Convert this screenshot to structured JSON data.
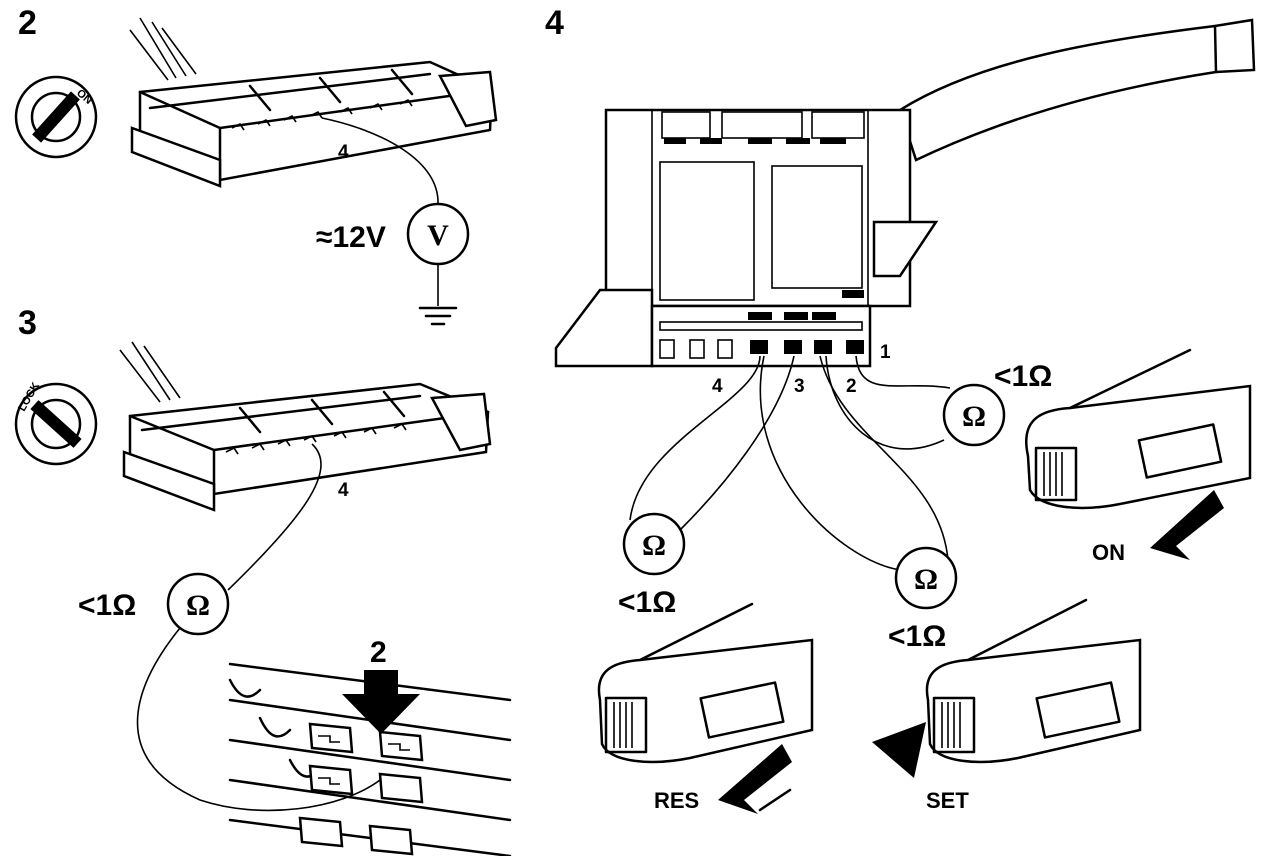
{
  "panels": [
    {
      "id": "2",
      "label": "2",
      "pin_label": "4",
      "key_text": "ON",
      "meter_symbol": "V",
      "reading": "≈12V"
    },
    {
      "id": "3",
      "label": "3",
      "pin_label": "4",
      "key_text": "LOCK",
      "meter_symbol": "Ω",
      "reading": "<1Ω",
      "detail_label": "2"
    },
    {
      "id": "4",
      "label": "4",
      "pins": [
        "1",
        "2",
        "3",
        "4"
      ],
      "meters": [
        {
          "symbol": "Ω",
          "reading": "<1Ω"
        },
        {
          "symbol": "Ω",
          "reading": "<1Ω"
        },
        {
          "symbol": "Ω",
          "reading": "<1Ω"
        }
      ],
      "switch_actions": [
        "ON",
        "RES",
        "SET"
      ]
    }
  ],
  "icons": {
    "ignition_key_on": "ignition-key-icon",
    "ignition_key_lock": "ignition-key-icon",
    "ground": "ground-symbol-icon",
    "press_arrow": "press-arrow-icon"
  },
  "colors": {
    "ink": "#000000",
    "paper": "#ffffff"
  }
}
